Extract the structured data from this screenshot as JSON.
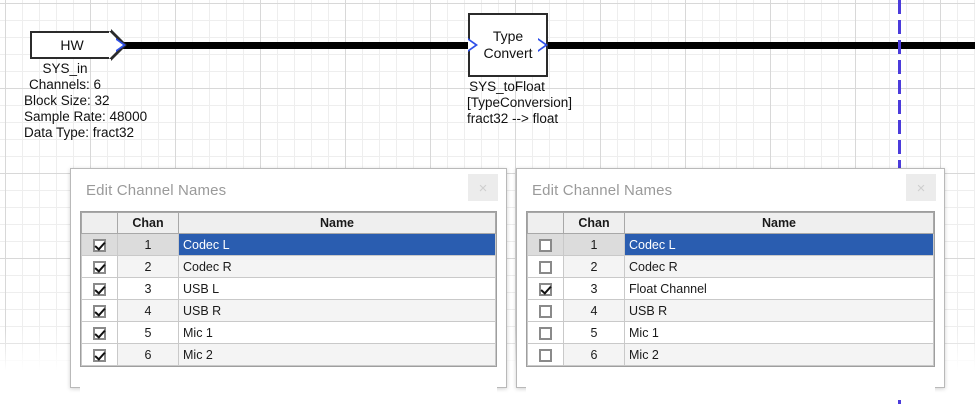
{
  "canvas": {
    "blocks": [
      {
        "id": "hw-in",
        "label": "HW",
        "caption_lines": [
          "SYS_in",
          "Channels: 6",
          "Block Size: 32",
          "Sample Rate: 48000",
          "Data Type: fract32"
        ]
      },
      {
        "id": "type-convert",
        "label_line1": "Type",
        "label_line2": "Convert",
        "caption_lines": [
          "SYS_toFloat",
          "[TypeConversion]",
          "fract32 --> float"
        ]
      }
    ],
    "marker_color": "#4b3bdb",
    "wire_color": "#000000"
  },
  "dialogs": [
    {
      "id": "left",
      "title": "Edit Channel Names",
      "close_label": "×",
      "columns": [
        "",
        "Chan",
        "Name"
      ],
      "rows": [
        {
          "checked": true,
          "chan": "1",
          "name": "Codec L",
          "selected": true
        },
        {
          "checked": true,
          "chan": "2",
          "name": "Codec R",
          "selected": false
        },
        {
          "checked": true,
          "chan": "3",
          "name": "USB L",
          "selected": false
        },
        {
          "checked": true,
          "chan": "4",
          "name": "USB R",
          "selected": false
        },
        {
          "checked": true,
          "chan": "5",
          "name": "Mic 1",
          "selected": false
        },
        {
          "checked": true,
          "chan": "6",
          "name": "Mic 2",
          "selected": false
        }
      ]
    },
    {
      "id": "right",
      "title": "Edit Channel Names",
      "close_label": "×",
      "columns": [
        "",
        "Chan",
        "Name"
      ],
      "rows": [
        {
          "checked": false,
          "chan": "1",
          "name": "Codec L",
          "selected": true
        },
        {
          "checked": false,
          "chan": "2",
          "name": "Codec R",
          "selected": false
        },
        {
          "checked": true,
          "chan": "3",
          "name": "Float Channel",
          "selected": false
        },
        {
          "checked": false,
          "chan": "4",
          "name": "USB R",
          "selected": false
        },
        {
          "checked": false,
          "chan": "5",
          "name": "Mic 1",
          "selected": false
        },
        {
          "checked": false,
          "chan": "6",
          "name": "Mic 2",
          "selected": false
        }
      ]
    }
  ],
  "colors": {
    "selection_blue": "#2a5db0",
    "port_blue": "#2e4fe8",
    "marker_blue": "#4b3bdb",
    "header_gray": "#efefef",
    "stripe_gray": "#f4f4f4",
    "title_gray": "#9a9a9a"
  }
}
